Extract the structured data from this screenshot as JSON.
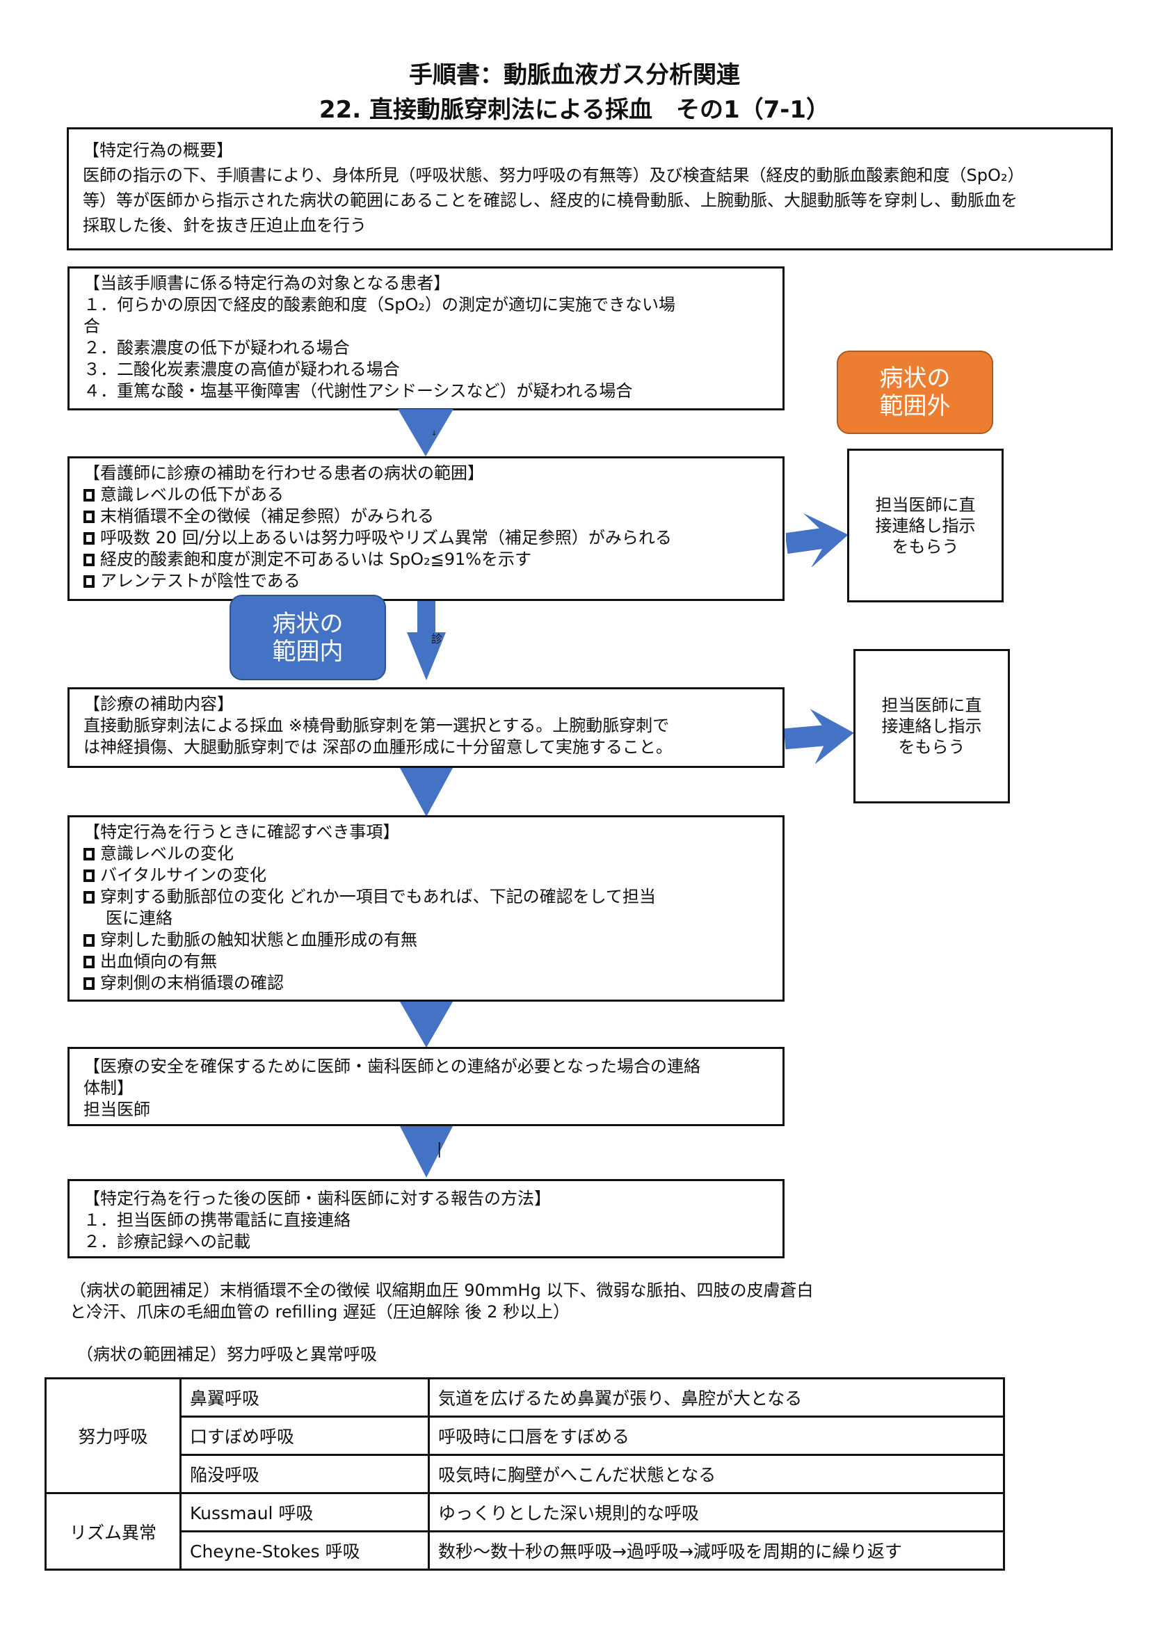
{
  "title": {
    "line1": "手順書：動脈血液ガス分析関連",
    "line2": "22. 直接動脈穿刺法による採血　その1（7-1）"
  },
  "overview": {
    "heading": "【特定行為の概要】",
    "lines": [
      "医師の指示の下、手順書により、身体所見（呼吸状態、努力呼吸の有無等）及び検査結果（経皮的動脈血酸素飽和度（SpO₂）",
      "等）等が医師から指示された病状の範囲にあることを確認し、経皮的に橈骨動脈、上腕動脈、大腿動脈等を穿刺し、動脈血を",
      "採取した後、針を抜き圧迫止血を行う"
    ]
  },
  "target": {
    "heading": "【当該手順書に係る特定行為の対象となる患者】",
    "lines": [
      "１．何らかの原因で経皮的酸素飽和度（SpO₂）の測定が適切に実施できない場",
      "合",
      "２．酸素濃度の低下が疑われる場合",
      "３．二酸化炭素濃度の高値が疑われる場合",
      "４．重篤な酸・塩基平衡障害（代謝性アシドーシスなど）が疑われる場合"
    ]
  },
  "range": {
    "heading": "【看護師に診療の補助を行わせる患者の病状の範囲】",
    "items": [
      "意識レベルの低下がある",
      "末梢循環不全の徴候（補足参照）がみられる",
      "呼吸数 20 回/分以上あるいは努力呼吸やリズム異常（補足参照）がみられる",
      "経皮的酸素飽和度が測定不可あるいは SpO₂≦91%を示す",
      "アレンテストが陰性である"
    ]
  },
  "labels": {
    "out_of_range": [
      "病状の",
      "範囲外"
    ],
    "in_range": [
      "病状の",
      "範囲内"
    ],
    "out_color": "#ED7D31",
    "in_color": "#4472C4"
  },
  "contact": {
    "box1": [
      "担当医師に直",
      "接連絡し指示",
      "をもらう"
    ],
    "box2": [
      "担当医師に直",
      "接連絡し指示",
      "をもらう"
    ]
  },
  "assist": {
    "heading": "【診療の補助内容】",
    "lines": [
      "直接動脈穿刺法による採血 ※橈骨動脈穿刺を第一選択とする。上腕動脈穿刺で",
      "は神経損傷、大腿動脈穿刺では 深部の血腫形成に十分留意して実施すること。"
    ]
  },
  "confirm": {
    "heading": "【特定行為を行うときに確認すべき事項】",
    "items": [
      "意識レベルの変化",
      "バイタルサインの変化",
      "穿刺する動脈部位の変化 どれか一項目でもあれば、下記の確認をして担当",
      "穿刺した動脈の触知状態と血腫形成の有無",
      "出血傾向の有無",
      "穿刺側の末梢循環の確認"
    ],
    "continuation": "医に連絡"
  },
  "safety": {
    "heading": "【医療の安全を確保するために医師・歯科医師との連絡が必要となった場合の連絡",
    "heading2": "体制】",
    "body": "担当医師"
  },
  "report": {
    "heading": "【特定行為を行った後の医師・歯科医師に対する報告の方法】",
    "lines": [
      "１．担当医師の携帯電話に直接連絡",
      "２．診療記録への記載"
    ]
  },
  "notes": [
    "（病状の範囲補足）末梢循環不全の徴候 収縮期血圧 90mmHg 以下、微弱な脈拍、四肢の皮膚蒼白",
    "と冷汗、爪床の毛細血管の refilling 遅延（圧迫解除 後 2 秒以上）",
    "（病状の範囲補足）努力呼吸と異常呼吸"
  ],
  "arrow_marks": {
    "a1": "↓",
    "a2": "診",
    "a3": "|"
  },
  "table": {
    "groups": [
      "努力呼吸",
      "リズム異常"
    ],
    "rows": [
      [
        "鼻翼呼吸",
        "気道を広げるため鼻翼が張り、鼻腔が大となる"
      ],
      [
        "口すぼめ呼吸",
        "呼吸時に口唇をすぼめる"
      ],
      [
        "陥没呼吸",
        "吸気時に胸壁がへこんだ状態となる"
      ],
      [
        "Kussmaul 呼吸",
        "ゆっくりとした深い規則的な呼吸"
      ],
      [
        "Cheyne-Stokes 呼吸",
        "数秒〜数十秒の無呼吸→過呼吸→減呼吸を周期的に繰り返す"
      ]
    ]
  }
}
